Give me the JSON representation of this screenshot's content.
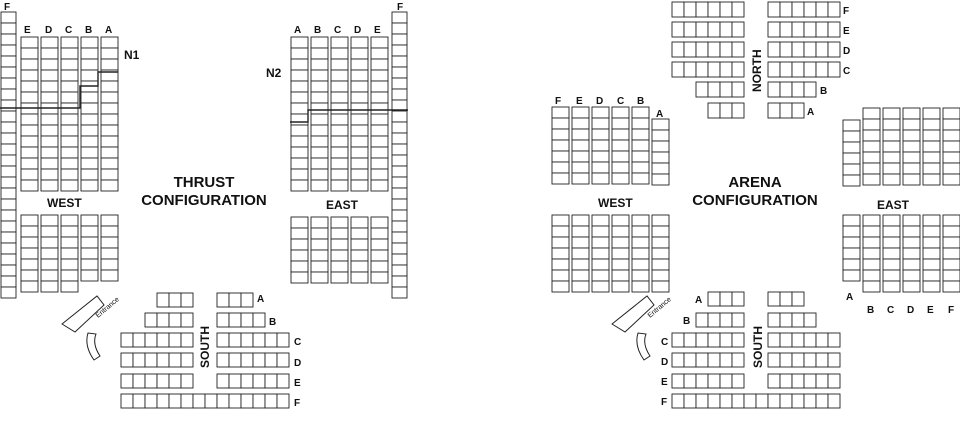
{
  "thrust": {
    "title_line1": "THRUST",
    "title_line2": "CONFIGURATION",
    "west": {
      "label": "WEST",
      "rows": [
        "F",
        "E",
        "D",
        "C",
        "B",
        "A"
      ],
      "aisle": "N1"
    },
    "east": {
      "label": "EAST",
      "rows": [
        "A",
        "B",
        "C",
        "D",
        "E",
        "F"
      ],
      "aisle": "N2"
    },
    "south": {
      "label": "SOUTH",
      "rows": [
        "A",
        "B",
        "C",
        "D",
        "E",
        "F"
      ]
    },
    "entrance": "Entrance"
  },
  "arena": {
    "title_line1": "ARENA",
    "title_line2": "CONFIGURATION",
    "north": {
      "label": "NORTH",
      "rows": [
        "F",
        "E",
        "D",
        "C",
        "B",
        "A"
      ]
    },
    "west": {
      "label": "WEST",
      "rows": [
        "F",
        "E",
        "D",
        "C",
        "B",
        "A"
      ]
    },
    "east": {
      "label": "EAST",
      "rows": [
        "A",
        "B",
        "C",
        "D",
        "E",
        "F"
      ]
    },
    "south": {
      "label": "SOUTH",
      "rows": [
        "A",
        "B",
        "C",
        "D",
        "E",
        "F"
      ]
    },
    "entrance": "Entrance"
  }
}
